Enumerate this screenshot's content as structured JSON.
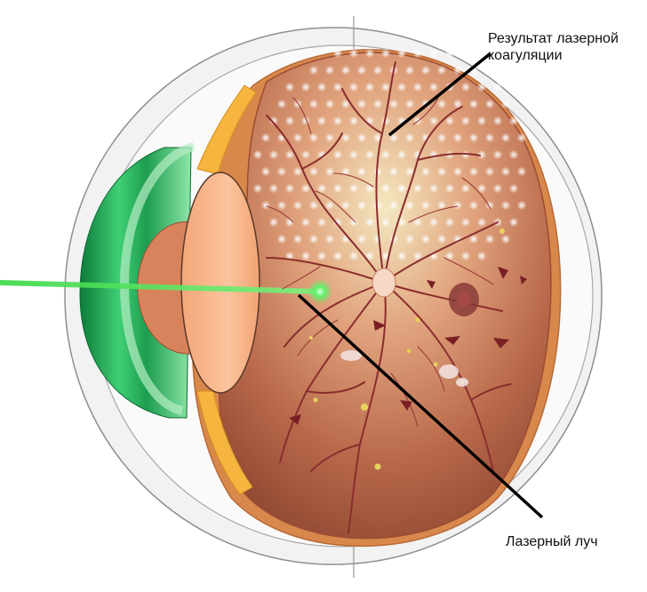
{
  "labels": {
    "coagulation_result_line1": "Результат лазерной",
    "coagulation_result_line2": "коагуляции",
    "laser_beam": "Лазерный луч"
  },
  "colors": {
    "sclera_outer": "#efefef",
    "sclera_stroke": "#9a9a9a",
    "retina_fill": "#b5674a",
    "retina_highlight": "#f2e4b8",
    "vessels": "#8a2e2e",
    "laser_green": "#3ee04a",
    "iris_green": "#23b05a",
    "lens_fill": "#f7b08a",
    "leader_lines": "#000000"
  },
  "icons": [
    "eyeball-cross-section",
    "laser-beam",
    "optic-disc",
    "macula",
    "coagulation-spots",
    "hemorrhages",
    "exudates"
  ]
}
